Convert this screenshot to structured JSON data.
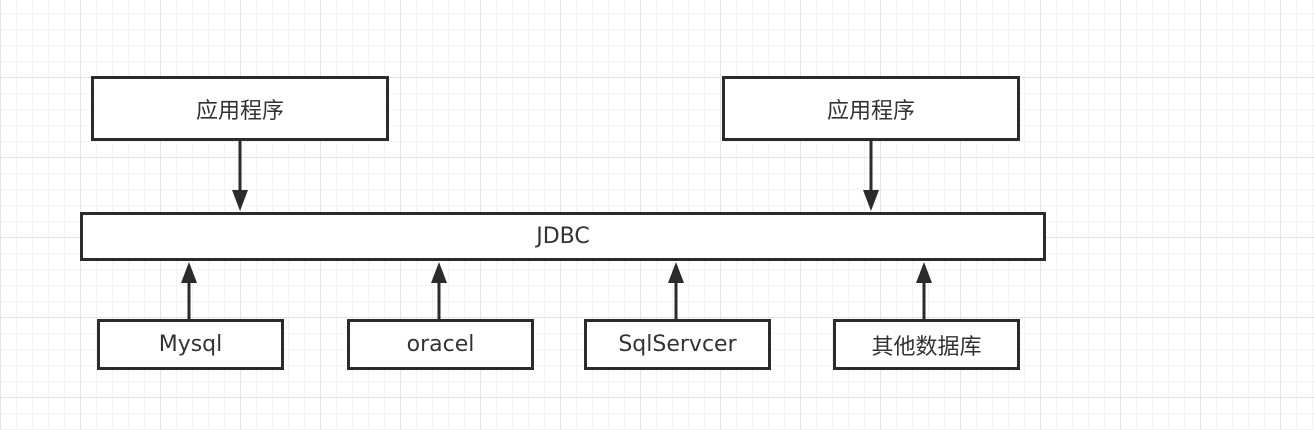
{
  "diagram": {
    "apps": [
      {
        "label": "应用程序"
      },
      {
        "label": "应用程序"
      }
    ],
    "api": {
      "label": "JDBC"
    },
    "databases": [
      {
        "label": "Mysql"
      },
      {
        "label": "oracel"
      },
      {
        "label": "SqlServcer"
      },
      {
        "label": "其他数据库"
      }
    ],
    "edges": [
      {
        "from": "app-1",
        "to": "jdbc"
      },
      {
        "from": "app-2",
        "to": "jdbc"
      },
      {
        "from": "mysql",
        "to": "jdbc"
      },
      {
        "from": "oracel",
        "to": "jdbc"
      },
      {
        "from": "sqlservcer",
        "to": "jdbc"
      },
      {
        "from": "other-databases",
        "to": "jdbc"
      }
    ],
    "colors": {
      "stroke": "#2b2b2b",
      "text": "#333333",
      "background": "#ffffff"
    }
  }
}
